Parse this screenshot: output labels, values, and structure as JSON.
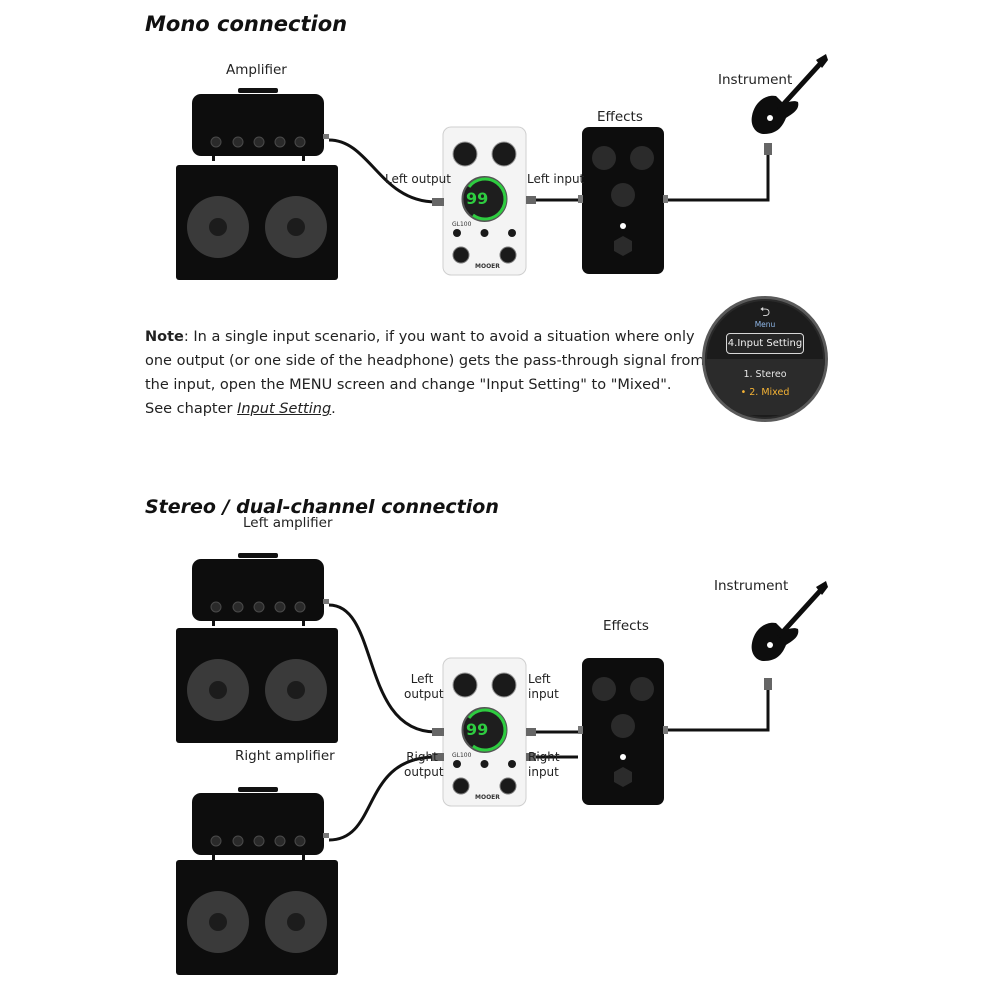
{
  "mono": {
    "heading": "Mono connection",
    "amplifier": "Amplifier",
    "instrument": "Instrument",
    "effects": "Effects",
    "left_output": "Left output",
    "left_input": "Left input"
  },
  "note": {
    "bold": "Note",
    "text": ": In a single input scenario, if you want to avoid a situation where only one output (or one side of the headphone) gets the pass-through signal from the input, open the MENU screen and change \"Input Setting\" to \"Mixed\".",
    "see": "See chapter ",
    "link": "Input Setting",
    "end": "."
  },
  "menu_screen": {
    "back": "⮌",
    "title": "Menu",
    "setting": "4.Input Setting",
    "option1": "1. Stereo",
    "option2": "• 2. Mixed",
    "highlight_color": "#f5b335"
  },
  "stereo": {
    "heading": "Stereo / dual-channel connection",
    "left_amplifier": "Left amplifier",
    "right_amplifier": "Right amplifier",
    "instrument": "Instrument",
    "effects": "Effects",
    "left_output_1": "Left",
    "left_output_2": "output",
    "left_input_1": "Left",
    "left_input_2": "input",
    "right_output_1": "Right",
    "right_output_2": "output",
    "right_input_1": "Right",
    "right_input_2": "input"
  },
  "device": {
    "display_value": "99",
    "model": "GL100",
    "brand": "MOOER",
    "screen_color": "#2ecc40"
  }
}
